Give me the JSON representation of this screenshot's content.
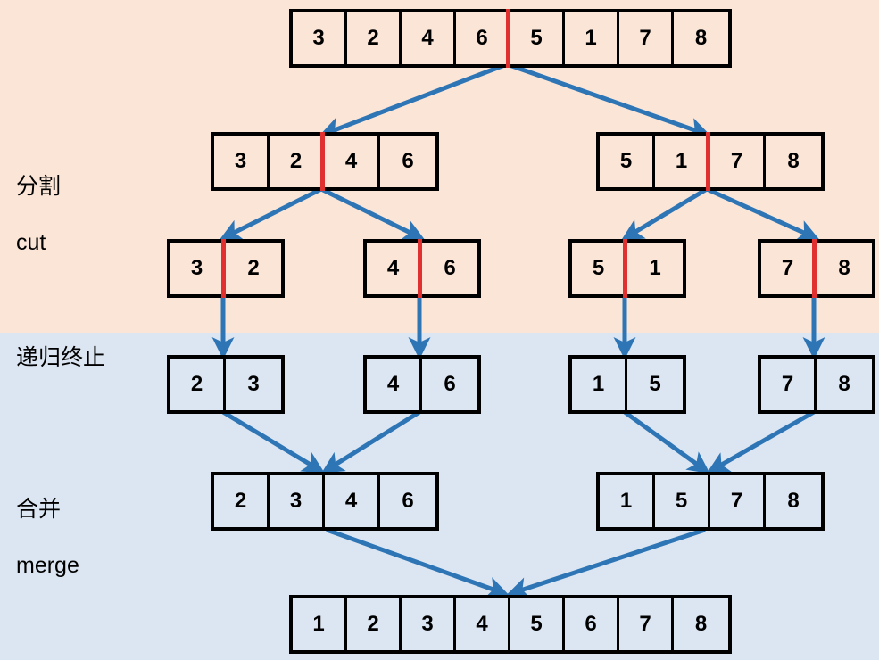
{
  "diagram": {
    "title": "merge-sort-divide-and-conquer",
    "colors": {
      "cut_background": "#FAE5D7",
      "merge_background": "#DCE6F2",
      "arrow": "#2E75B6",
      "divider": "#E03030",
      "box_border": "#000000"
    }
  },
  "labels": [
    {
      "cn": "分割",
      "en": "cut"
    },
    {
      "cn": "递归终止",
      "en": ""
    },
    {
      "cn": "合并",
      "en": "merge"
    }
  ],
  "arrays": [
    {
      "id": "root",
      "level": 1,
      "phase": "cut",
      "values": [
        "3",
        "2",
        "4",
        "6",
        "5",
        "1",
        "7",
        "8"
      ],
      "cut_after_index": 4
    },
    {
      "id": "cut-left-4",
      "level": 2,
      "phase": "cut",
      "values": [
        "3",
        "2",
        "4",
        "6"
      ],
      "cut_after_index": 2
    },
    {
      "id": "cut-right-4",
      "level": 2,
      "phase": "cut",
      "values": [
        "5",
        "1",
        "7",
        "8"
      ],
      "cut_after_index": 2
    },
    {
      "id": "cut-pair-1",
      "level": 3,
      "phase": "cut",
      "values": [
        "3",
        "2"
      ],
      "cut_after_index": 1
    },
    {
      "id": "cut-pair-2",
      "level": 3,
      "phase": "cut",
      "values": [
        "4",
        "6"
      ],
      "cut_after_index": 1
    },
    {
      "id": "cut-pair-3",
      "level": 3,
      "phase": "cut",
      "values": [
        "5",
        "1"
      ],
      "cut_after_index": 1
    },
    {
      "id": "cut-pair-4",
      "level": 3,
      "phase": "cut",
      "values": [
        "7",
        "8"
      ],
      "cut_after_index": 1
    },
    {
      "id": "merge-pair-1",
      "level": 4,
      "phase": "merge",
      "values": [
        "2",
        "3"
      ],
      "cut_after_index": -1
    },
    {
      "id": "merge-pair-2",
      "level": 4,
      "phase": "merge",
      "values": [
        "4",
        "6"
      ],
      "cut_after_index": -1
    },
    {
      "id": "merge-pair-3",
      "level": 4,
      "phase": "merge",
      "values": [
        "1",
        "5"
      ],
      "cut_after_index": -1
    },
    {
      "id": "merge-pair-4",
      "level": 4,
      "phase": "merge",
      "values": [
        "7",
        "8"
      ],
      "cut_after_index": -1
    },
    {
      "id": "merge-left-4",
      "level": 5,
      "phase": "merge",
      "values": [
        "2",
        "3",
        "4",
        "6"
      ],
      "cut_after_index": -1
    },
    {
      "id": "merge-right-4",
      "level": 5,
      "phase": "merge",
      "values": [
        "1",
        "5",
        "7",
        "8"
      ],
      "cut_after_index": -1
    },
    {
      "id": "result",
      "level": 6,
      "phase": "merge",
      "values": [
        "1",
        "2",
        "3",
        "4",
        "5",
        "6",
        "7",
        "8"
      ],
      "cut_after_index": -1
    }
  ]
}
